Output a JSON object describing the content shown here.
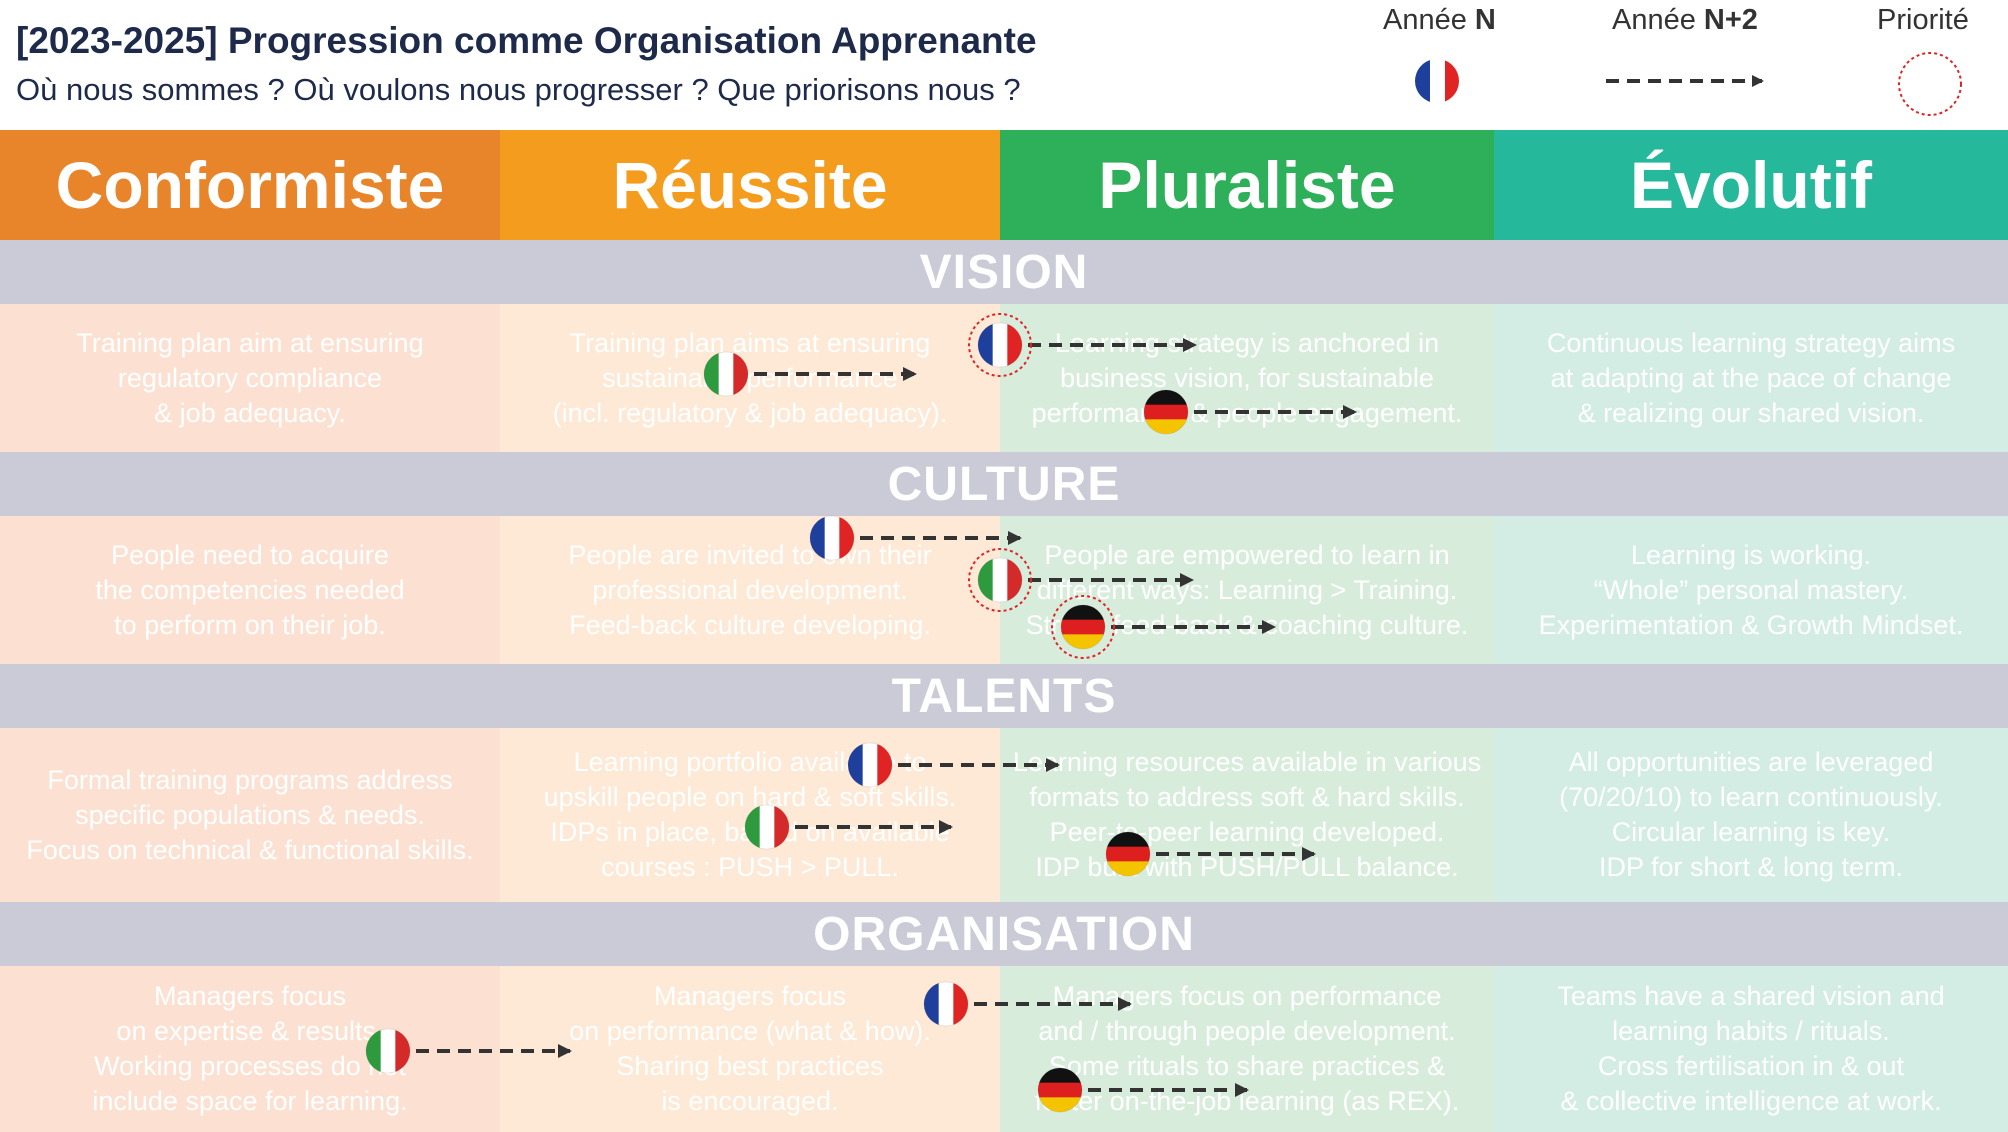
{
  "header": {
    "title": "[2023-2025] Progression comme Organisation Apprenante",
    "subtitle": "Où nous sommes ? Où voulons nous progresser ? Que priorisons nous ?"
  },
  "legend": {
    "year_n_prefix": "Année",
    "year_n_bold": "N",
    "year_n2_prefix": "Année",
    "year_n2_bold": "N+2",
    "priority": "Priorité"
  },
  "columns": [
    {
      "label": "Conformiste",
      "color": "#e8842a"
    },
    {
      "label": "Réussite",
      "color": "#f39c1d"
    },
    {
      "label": "Pluraliste",
      "color": "#2eb05a"
    },
    {
      "label": "Évolutif",
      "color": "#26b89a"
    }
  ],
  "rows": [
    {
      "label": "VISION",
      "cells": [
        "Training plan aim at ensuring\nregulatory compliance\n& job adequacy.",
        "Training plan aims at ensuring\nsustainable performance\n(incl. regulatory & job adequacy).",
        "Learning strategy is anchored in\nbusiness vision, for sustainable\nperformance & people engagement.",
        "Continuous learning strategy aims\nat adapting at the pace of change\n& realizing our shared vision."
      ]
    },
    {
      "label": "CULTURE",
      "cells": [
        "People need to acquire\nthe competencies needed\nto perform on their job.",
        "People are invited to own their\nprofessional development.\nFeed-back culture developing.",
        "People are empowered to learn in\ndifferent ways: Learning > Training.\nStrong feed-back & coaching culture.",
        "Learning is working.\n“Whole” personal mastery.\nExperimentation & Growth Mindset."
      ]
    },
    {
      "label": "TALENTS",
      "cells": [
        "Formal training programs address\nspecific populations & needs.\nFocus on technical & functional skills.",
        "Learning portfolio available to\nupskill people on hard & soft skills.\nIDPs in place, based on available\ncourses : PUSH > PULL.",
        "Learning resources available in various\nformats to address soft & hard skills.\nPeer-to-peer learning developed.\nIDP built with PUSH/PULL balance.",
        "All opportunities are leveraged\n(70/20/10) to learn continuously.\nCircular learning is key.\nIDP for short & long term."
      ]
    },
    {
      "label": "ORGANISATION",
      "cells": [
        "Managers focus\non expertise & results.\nWorking processes do not\ninclude space for learning.",
        "Managers focus\non performance (what & how).\nSharing best practices\nis encouraged.",
        "Managers focus on performance\nand / through people development.\nSome rituals to share practices &\nfoster on-the-job learning (as REX).",
        "Teams have a shared vision and\nlearning habits / rituals.\nCross fertilisation in & out\n& collective intelligence at work."
      ]
    }
  ],
  "flag_colors": {
    "fr": [
      "#1f3f9c",
      "#ffffff",
      "#e02424"
    ],
    "it": [
      "#2e9a3e",
      "#ffffff",
      "#d42a2a"
    ],
    "de": [
      "#111111",
      "#dd1f1f",
      "#f5c400"
    ]
  },
  "markers": [
    {
      "flag": "fr",
      "row": 0,
      "priority": true
    },
    {
      "flag": "it",
      "row": 0,
      "priority": false
    },
    {
      "flag": "de",
      "row": 0,
      "priority": false
    },
    {
      "flag": "fr",
      "row": 1,
      "priority": false
    },
    {
      "flag": "it",
      "row": 1,
      "priority": true
    },
    {
      "flag": "de",
      "row": 1,
      "priority": true
    },
    {
      "flag": "fr",
      "row": 2,
      "priority": false
    },
    {
      "flag": "it",
      "row": 2,
      "priority": false
    },
    {
      "flag": "de",
      "row": 2,
      "priority": false
    },
    {
      "flag": "fr",
      "row": 3,
      "priority": false
    },
    {
      "flag": "it",
      "row": 3,
      "priority": false
    },
    {
      "flag": "de",
      "row": 3,
      "priority": false
    }
  ]
}
